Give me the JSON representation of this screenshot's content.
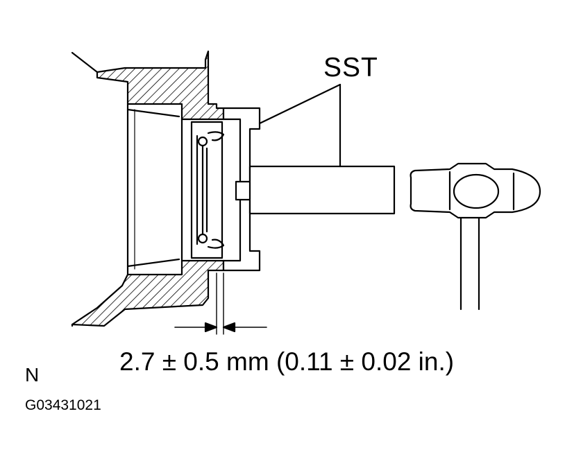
{
  "labels": {
    "sst": "SST",
    "dimension": "2.7 ± 0.5 mm (0.11 ± 0.02 in.)",
    "corner_letter": "N",
    "figure_code": "G03431021"
  },
  "colors": {
    "line": "#000000",
    "background": "#ffffff"
  },
  "icons": {
    "tool": "hammer-icon",
    "part": "oil-seal-icon"
  }
}
